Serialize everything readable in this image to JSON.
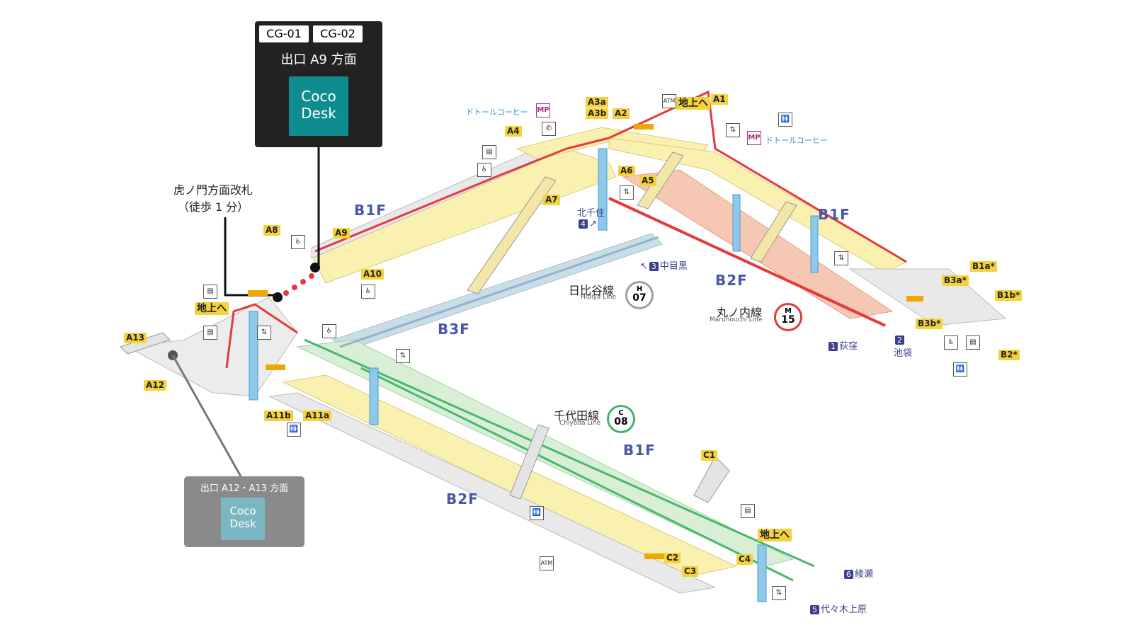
{
  "callout_main": {
    "codes": [
      "CG-01",
      "CG-02"
    ],
    "heading": "出口 A9 方面",
    "brand_top": "Coco",
    "brand_bottom": "Desk"
  },
  "callout_secondary": {
    "heading": "出口 A12・A13 方面",
    "brand_top": "Coco",
    "brand_bottom": "Desk"
  },
  "gate_label": {
    "line1": "虎ノ門方面改札",
    "line2": "（徒歩 1 分）"
  },
  "floors": {
    "b1f_a": "B1F",
    "b1f_b": "B1F",
    "b1f_c": "B1F",
    "b2f_a": "B2F",
    "b2f_b": "B2F",
    "b3f": "B3F"
  },
  "exits": {
    "a1": "A1",
    "a2": "A2",
    "a3a": "A3a",
    "a3b": "A3b",
    "a4": "A4",
    "a5": "A5",
    "a6": "A6",
    "a7": "A7",
    "a8": "A8",
    "a9": "A9",
    "a10": "A10",
    "a11a": "A11a",
    "a11b": "A11b",
    "a12": "A12",
    "a13": "A13",
    "b1a": "B1a*",
    "b1b": "B1b*",
    "b2": "B2*",
    "b3a": "B3a*",
    "b3b": "B3b*",
    "c1": "C1",
    "c2": "C2",
    "c3": "C3",
    "c4": "C4"
  },
  "to_ground": {
    "top": "地上へ",
    "left": "地上へ",
    "bottom": "地上へ"
  },
  "shops": {
    "doutor_left": "ドトールコーヒー",
    "doutor_right": "ドトールコーヒー",
    "mp": "MP",
    "atm": "ATM"
  },
  "lines": {
    "hibiya": {
      "jp": "日比谷線",
      "en": "Hibiya Line",
      "letter": "H",
      "code": "07",
      "color": "#9aa0a6"
    },
    "marunouchi": {
      "jp": "丸ノ内線",
      "en": "Marunouchi Line",
      "letter": "M",
      "code": "15",
      "color": "#e03a3e"
    },
    "chiyoda": {
      "jp": "千代田線",
      "en": "Chiyoda Line",
      "letter": "C",
      "code": "08",
      "color": "#3fb26b"
    }
  },
  "directions": {
    "kitasenju": {
      "num": "4",
      "name": "北千住"
    },
    "nakameguro": {
      "num": "3",
      "name": "中目黒"
    },
    "ogikubo": {
      "num": "1",
      "name": "荻窪"
    },
    "ikebukuro": {
      "num": "2",
      "name": "池袋"
    },
    "ayase": {
      "num": "6",
      "name": "綾瀬"
    },
    "yoyogiuehara": {
      "num": "5",
      "name": "代々木上原"
    }
  },
  "colors": {
    "hibiya_platform": "#c9dde9",
    "marunouchi_platform": "#f6c7b3",
    "chiyoda_platform": "#d8efd6",
    "concourse": "#faf0b0",
    "route_red": "#e53a3a",
    "callout_dark": "#222222",
    "coco_teal": "#0e8c8f"
  }
}
